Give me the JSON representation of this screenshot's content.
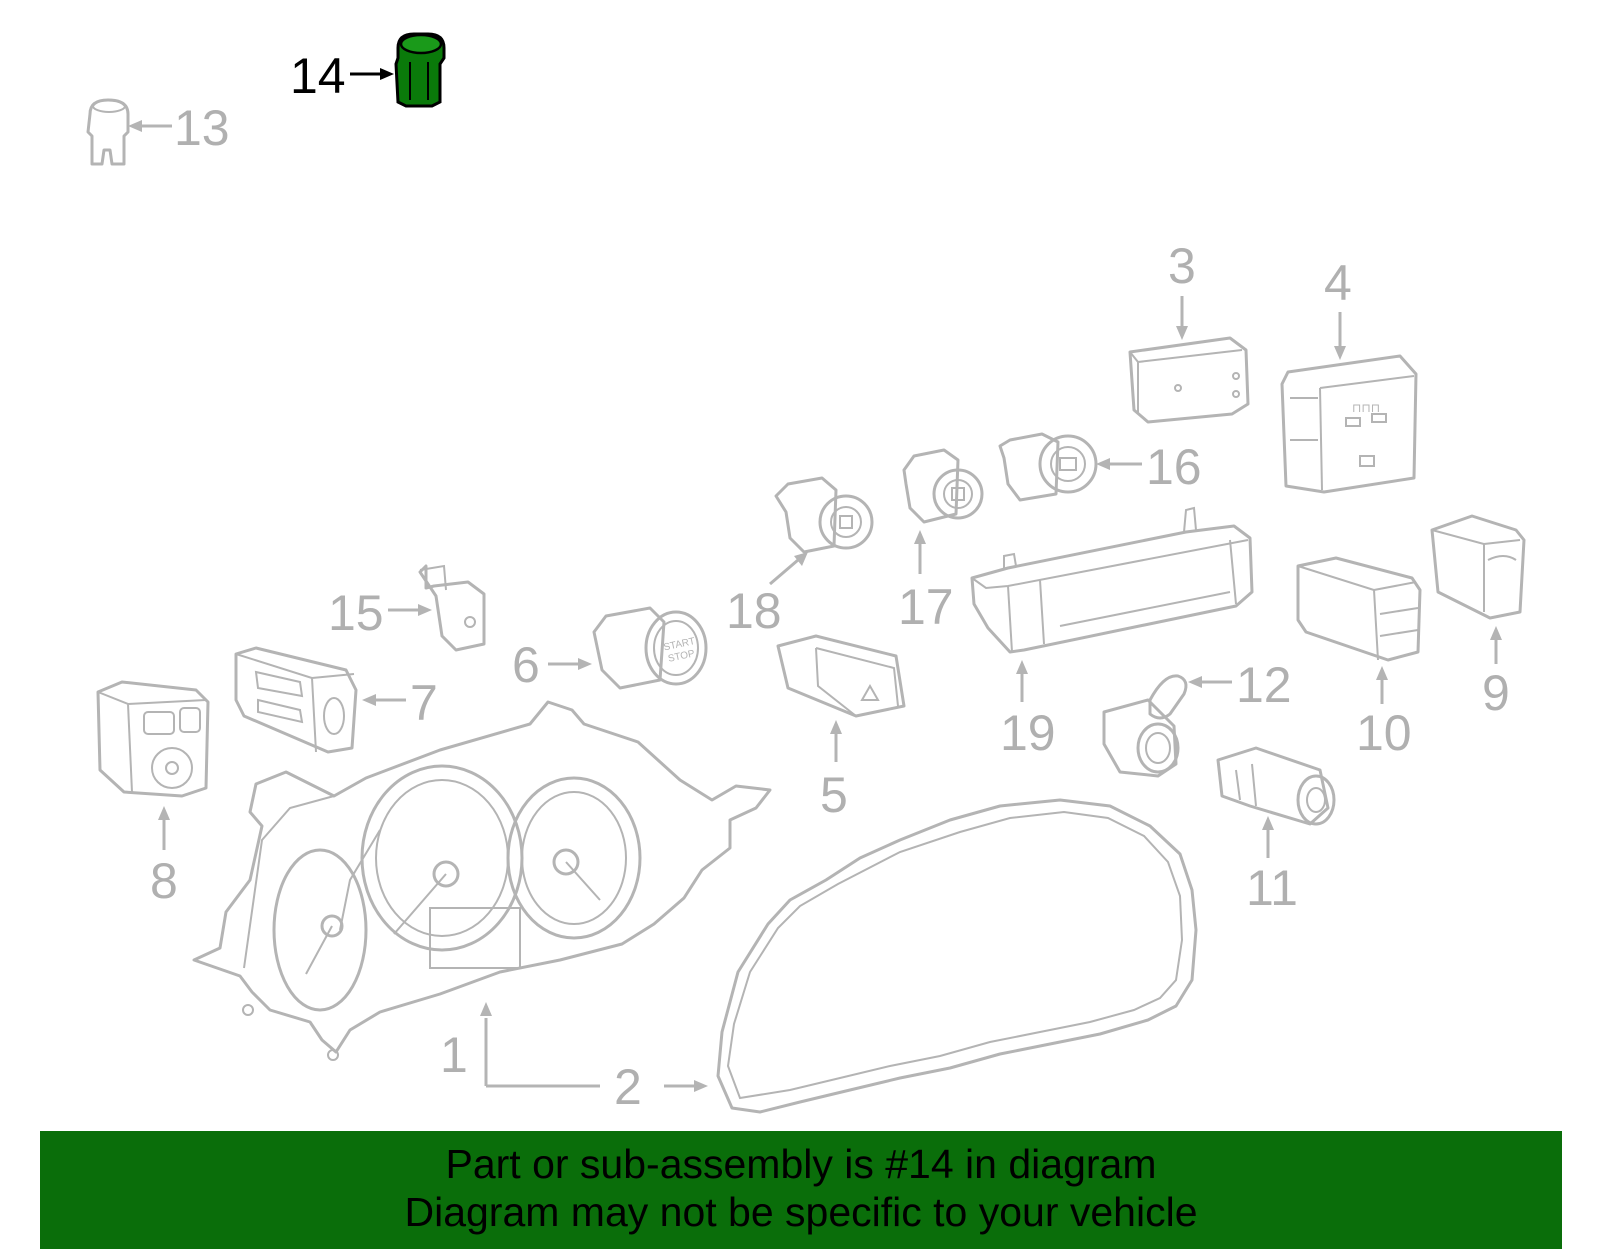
{
  "diagram": {
    "highlighted_part": "14",
    "highlight_color": "#0a6e0a",
    "callouts": [
      {
        "id": "c1",
        "label": "1"
      },
      {
        "id": "c2",
        "label": "2"
      },
      {
        "id": "c3",
        "label": "3"
      },
      {
        "id": "c4",
        "label": "4"
      },
      {
        "id": "c5",
        "label": "5"
      },
      {
        "id": "c6",
        "label": "6"
      },
      {
        "id": "c7",
        "label": "7"
      },
      {
        "id": "c8",
        "label": "8"
      },
      {
        "id": "c9",
        "label": "9"
      },
      {
        "id": "c10",
        "label": "10"
      },
      {
        "id": "c11",
        "label": "11"
      },
      {
        "id": "c12",
        "label": "12"
      },
      {
        "id": "c13",
        "label": "13"
      },
      {
        "id": "c14",
        "label": "14"
      },
      {
        "id": "c15",
        "label": "15"
      },
      {
        "id": "c16",
        "label": "16"
      },
      {
        "id": "c17",
        "label": "17"
      },
      {
        "id": "c18",
        "label": "18"
      },
      {
        "id": "c19",
        "label": "19"
      }
    ],
    "icon_text": {
      "start_stop": [
        "START",
        "STOP"
      ]
    }
  },
  "banner": {
    "line1": "Part or sub-assembly is #14 in diagram",
    "line2": "Diagram may not be specific to your vehicle",
    "background": "#0a6e0a"
  }
}
